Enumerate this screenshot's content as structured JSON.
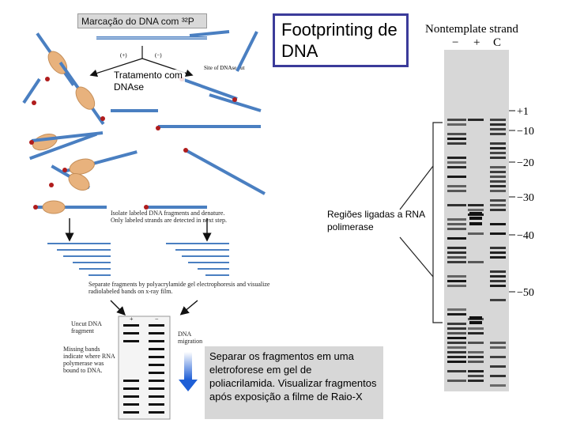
{
  "labels": {
    "marcacao": "Marcação do DNA com ³²P",
    "title": "Footprinting de DNA",
    "tratamento": "Tratamento com DNAse",
    "regioes": "Regiões ligadas  a RNA polimerase",
    "separar": "Separar os fragmentos em uma eletroforese em gel de poliacrilamida. Visualizar fragmentos após exposição a filme de Raio-X"
  },
  "schematic": {
    "minus_label": "(−)",
    "plus_label": "(+)",
    "site_label": "Site of DNAse cut",
    "isolate_text": "Isolate labeled DNA fragments and denature. Only labeled strands are detected in next step.",
    "separate_text": "Separate fragments by polyacrylamide gel electrophoresis and visualize radiolabeled bands on x-ray film.",
    "uncut_label": "Uncut DNA fragment",
    "missing_label": "Missing bands indicate where RNA polymerase was bound to DNA.",
    "migration_label": "DNA migration",
    "lane_plus": "+",
    "lane_minus": "−"
  },
  "gel": {
    "title": "Nontemplate strand",
    "lanes": [
      "−",
      "+",
      "C"
    ],
    "markers": [
      "+1",
      "−10",
      "−20",
      "−30",
      "−40",
      "−50"
    ]
  },
  "colors": {
    "dna_blue": "#4a7fc1",
    "protein_fill": "#e8b27d",
    "label_red": "#b01c1c",
    "title_border": "#3b3b9a",
    "migration_arrow": "#1f5fd6"
  }
}
